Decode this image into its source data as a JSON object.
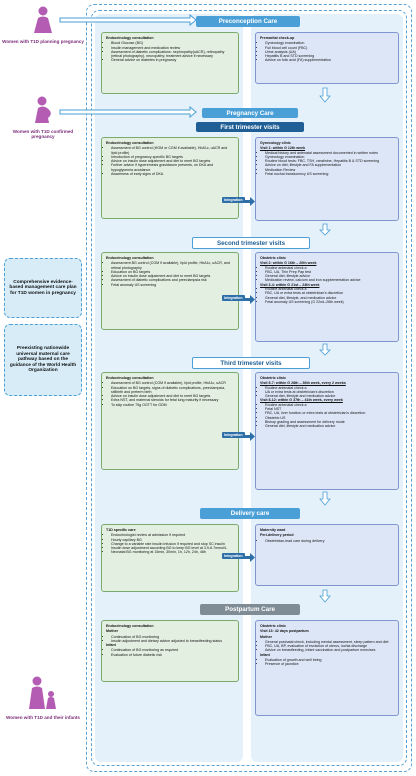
{
  "banners": {
    "preconception": "Preconception Care",
    "pregnancy": "Pregnancy Care",
    "first": "First trimester visits",
    "second": "Second trimester visits",
    "third": "Third trimester visits",
    "delivery": "Delivery care",
    "postpartum": "Postpartum Care"
  },
  "integration_label": "Integration",
  "personas": {
    "planning": "Women with T1D planning pregnancy",
    "confirmed": "Women with T1D confirmed pregnancy",
    "infants": "Women with T1D and their infants"
  },
  "side_legends": {
    "plan": "Comprehensive evidence-based management care plan for T1D women in pregnancy",
    "pathway": "Preexisting nationwide universal maternal care pathway based on the guidance of the World Health Organization"
  },
  "cards": {
    "pre_left": {
      "title": "Endocrinology consultation",
      "items": [
        "Blood Glucose (BG)",
        "Insulin management and medication review",
        "Assessment of diabetic complications: nephropathy(uACR), retinopathy (retinal photography), neuropathy; treatment advice if necessary",
        "General advice on diabetes in pregnancy"
      ]
    },
    "pre_right": {
      "title": "Premarital check-up",
      "items": [
        "Gynecology examination",
        "Full blood cell count (FBC)",
        "Urine analysis (UA)",
        "Hepatitis B and STD screening",
        "Advice on folic acid (FA) supplementation"
      ]
    },
    "t1_left": {
      "title": "Endocrinology consultation",
      "items": [
        "Assessment of BG control (HGM or CGM if available), HbA1c, uACR and lipid profile)",
        "Introduction of pregnancy-specific BG targets",
        "Advice on insulin dose adjustment and diet to meet BG targets",
        "Further advice if hyperemesis gravidarum presents, on DKA and hypoglycemia avoidance",
        "Awareness of early signs of DKA"
      ]
    },
    "t1_right": {
      "title": "Gynecology clinic",
      "visit": "Visit 1: within G 12th week",
      "items": [
        "Medical history and antenatal assessment documented in written notes",
        "Gynecology examination",
        "Routine blood tests: FBC, TSH, creatinine, Hepatitis B & STD screening",
        "Advice on diet, lifestyle and FA supplementation",
        "Medication Review",
        "Fetal nuchal translucency US screening"
      ]
    },
    "t2_left": {
      "title": "Endocrinology consultation",
      "items": [
        "Assessment BG control (CGM if available), lipid profile, HbA1c, uACR, and retinal photography",
        "Education on BG targets",
        "Advice on insulin dose adjustment and diet to meet BG targets",
        "Assessment of diabetic complications and preeclampsia risk",
        "Fetal anomaly US screening"
      ]
    },
    "t2_right": {
      "title": "Obstetric clinic",
      "visit1": "Visit 2: within G 16th – 20th week",
      "items1": [
        "Routine antenatal check a",
        "FBC, UA, Thin Prep Pap test",
        "General diet, lifestyle advice",
        "Medication review, calcium and iron supplementation advice"
      ],
      "visit2": "Visit 3-4: within G 21st – 24th week",
      "items2": [
        "Routine antenatal check a",
        "FBC, UA or extra tests at obstetrician's discretion",
        "General diet, lifestyle, and medication advice",
        "Fetal anomaly US screening (G 22nd–26th week)"
      ]
    },
    "t3_left": {
      "title": "Endocrinology consultation",
      "items": [
        "Assessment of BG control (CGM if available), lipid profile, HbA1c, uACR",
        "Education on BG targets, signs of diabetic complications, preeclampsia, stillbirth and preterm birth",
        "Advice on insulin dose adjustment and diet to meet BG targets",
        "Extra NST, and maternal steroids for fetal lung maturity if necessary",
        "To skip routine 75g OGTT for GDM"
      ]
    },
    "t3_right": {
      "title": "Obstetric clinic",
      "visit1": "Visit 5-7: within G 28th – 36th week, every 2 weeks",
      "items1": [
        "Routine antenatal check a",
        "UA or extra tests at obstetrician's discretion",
        "General diet, lifestyle and medication advice"
      ],
      "visit2": "Visit 8-12: within G 37th – 41th week, every week",
      "items2": [
        "Routine antenatal check a",
        "Fetal NST",
        "FBC, UA, liver function or extra tests at obstetrician's discretion",
        "Obstetric US",
        "Bishop grading and assessment for delivery mode",
        "General diet, lifestyle and medication advice"
      ]
    },
    "del_left": {
      "title": "T1D specific care",
      "items": [
        "Endocrinologist review at admission if required",
        "Hourly capillary BG",
        "Change to a variable rate insulin infusion if required and stop SC insulin",
        "Insulin dose adjustment according BG to keep BG level at 3.9-6.7mmol/L",
        "Neonatal BG monitoring at 15min, 30min, 1h, 12h, 24h, 48h"
      ]
    },
    "del_right": {
      "title": "Maternity ward",
      "visit": "Peri-delivery period",
      "items": [
        "Obstetrician-lead care during delivery"
      ]
    },
    "pp_left": {
      "title": "Endocrinology consultation",
      "m_label": "Mother",
      "m_items": [
        "Continuation of BG monitoring",
        "Insulin adjustment and dietary advice adjusted to breastfeeding status"
      ],
      "i_label": "Infant",
      "i_items": [
        "Continuation of BG monitoring as required",
        "Evaluation of future diabetic risk"
      ]
    },
    "pp_right": {
      "title": "Obstetric clinic",
      "visit": "Visit 13: 42 days postpartum",
      "m_label": "Mother",
      "m_items": [
        "General postnatal check, including mental assessment, sleep pattern and diet",
        "FBC, UA, BP, evaluation of involution of uterus, lochia discharge",
        "Advice on breastfeeding, infant vaccination and postpartum exercises"
      ],
      "i_label": "Infant",
      "i_items": [
        "Evaluation of growth and well being",
        "Presence of jaundice"
      ]
    }
  },
  "colors": {
    "lane": "#e4f1fa",
    "banner": "#4a9fd6",
    "green_card": "#e3efe0",
    "blue_card": "#dde6f7",
    "integration": "#2f6fa8",
    "persona": "#b45bb4"
  }
}
